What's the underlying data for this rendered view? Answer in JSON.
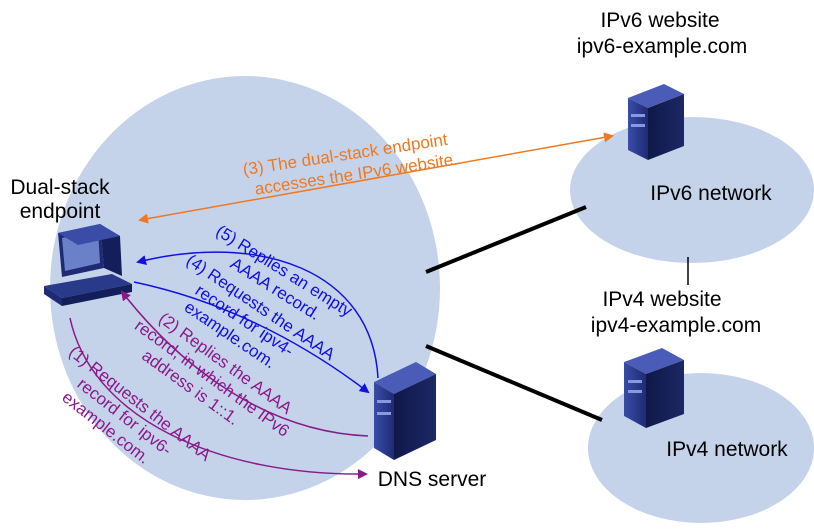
{
  "colors": {
    "cloud": "#c5d3ea",
    "link": "#000000",
    "step_orange": "#f07820",
    "step_blue": "#1010e0",
    "step_purple": "#8a1a8a",
    "server_body": "#2a3a8a",
    "server_dark": "#141e5a"
  },
  "icons": {
    "endpoint": "desktop-computer-icon",
    "dns": "server-tower-icon",
    "ipv6_site": "server-tower-icon",
    "ipv4_site": "server-tower-icon"
  },
  "labels": {
    "endpoint_line1": "Dual-stack",
    "endpoint_line2": "endpoint",
    "ipv6_site_line1": "IPv6 website",
    "ipv6_site_line2": "ipv6-example.com",
    "ipv6_network": "IPv6 network",
    "ipv4_site_line1": "IPv4 website",
    "ipv4_site_line2": "ipv4-example.com",
    "ipv4_network": "IPv4 network",
    "dns_server": "DNS server"
  },
  "steps": {
    "s3_line1": "(3) The dual-stack endpoint",
    "s3_line2": "accesses the IPv6 website.",
    "s5_line1": "(5) Replies an empty",
    "s5_line2": "AAAA record.",
    "s4_line1": "(4) Requests the AAAA",
    "s4_line2": "record for ipv4-",
    "s4_line3": "example.com.",
    "s2_line1": "(2) Replies the AAAA",
    "s2_line2": "record, in which the IPv6",
    "s2_line3": "address is 1::1.",
    "s1_line1": "(1) Requests the AAAA",
    "s1_line2": "record for ipv6-",
    "s1_line3": "example.com."
  }
}
